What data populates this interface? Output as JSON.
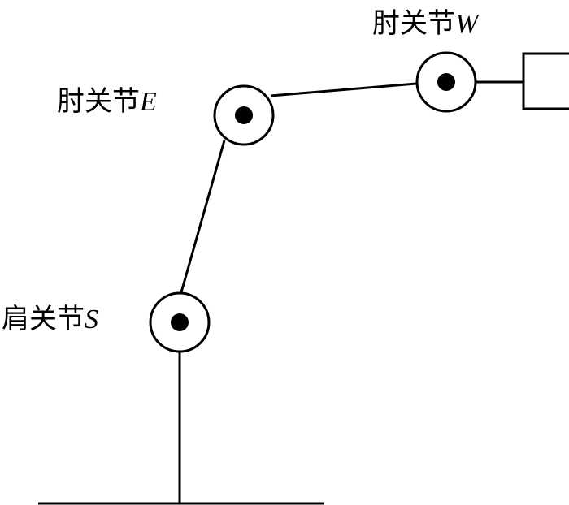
{
  "joints": {
    "shoulder": {
      "label": "肩关节",
      "symbol": "S"
    },
    "elbow": {
      "label": "肘关节",
      "symbol": "E"
    },
    "wrist": {
      "label": "肘关节",
      "symbol": "W"
    }
  },
  "colors": {
    "stroke": "#000000",
    "background": "#ffffff"
  }
}
